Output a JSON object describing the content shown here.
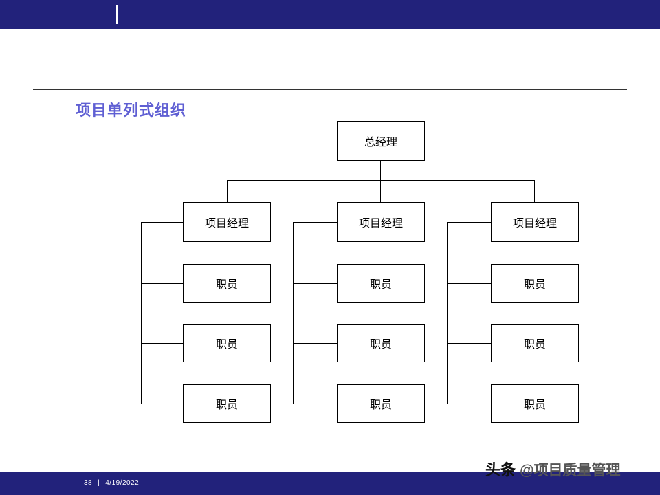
{
  "slide": {
    "title": "项目单列式组织",
    "footer": {
      "page": "38",
      "separator": "|",
      "date": "4/19/2022"
    },
    "watermark": {
      "brand": "头条",
      "handle": "@项目质量管理"
    }
  },
  "chart": {
    "type": "org-chart",
    "root": "总经理",
    "groups": [
      {
        "manager": "项目经理",
        "staff": [
          "职员",
          "职员",
          "职员"
        ]
      },
      {
        "manager": "项目经理",
        "staff": [
          "职员",
          "职员",
          "职员"
        ]
      },
      {
        "manager": "项目经理",
        "staff": [
          "职员",
          "职员",
          "职员"
        ]
      }
    ]
  },
  "colors": {
    "bar": "#22227b",
    "title": "#5f5fd3",
    "line": "#000000",
    "wm_brand": "#111111",
    "wm_handle": "#555555"
  }
}
